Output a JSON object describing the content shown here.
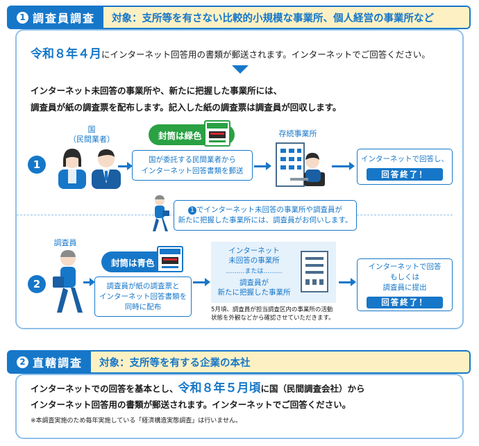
{
  "section1": {
    "num": "1",
    "title": "調査員調査",
    "target": "対象：支所等を有さない比較的小規模な事業所、個人経営の事業所など",
    "intro_date": "令和８年４月",
    "intro_rest": "にインターネット回答用の書類が郵送されます。インターネットでご回答ください。",
    "para_line1": "インターネット未回答の事業所や、新たに把握した事業所には、",
    "para_line2": "調査員が紙の調査票を配布します。記入した紙の調査票は調査員が回収します。",
    "row1": {
      "num": "1",
      "country": "国",
      "country_sub": "（民間業者）",
      "envelope": "封筒は緑色",
      "mail_line1": "国が委託する民間業者から",
      "mail_line2": "インターネット回答書類を郵送",
      "existing": "存続事業所",
      "answer_line": "インターネットで回答し、",
      "done": "回答終了！"
    },
    "visit_line1": "でインターネット未回答の事業所や調査員が",
    "visit_num": "1",
    "visit_line2": "新たに把握した事業所には、調査員がお伺いします。",
    "row2": {
      "num": "2",
      "enumerator": "調査員",
      "envelope": "封筒は青色",
      "dist_line1": "調査員が紙の調査票と",
      "dist_line2": "インターネット回答書類を",
      "dist_line3": "同時に配布",
      "unanswered_line1": "インターネット",
      "unanswered_line2": "未回答の事業所",
      "or": "または",
      "new_line1": "調査員が",
      "new_line2": "新たに把握した事業所",
      "note_line1": "5月頃、調査員が担当調査区内の事業所の活動",
      "note_line2": "状態を外観などから確認させていただきます。",
      "answer_line1": "インターネットで回答",
      "answer_line2": "もしくは",
      "answer_line3": "調査員に提出",
      "done": "回答終了！"
    }
  },
  "section2": {
    "num": "2",
    "title": "直轄調査",
    "target": "対象：支所等を有する企業の本社",
    "line1_pre": "インターネットでの回答を基本とし、",
    "line1_date": "令和８年５月頃",
    "line1_post": "に国（民間調査会社）から",
    "line2": "インターネット回答用の書類が郵送されます。インターネットでご回答ください。",
    "footnote": "※本調査実施のため毎年実施している「経済構造実態調査」は行いません。"
  },
  "colors": {
    "accent": "#1677c9",
    "envelope_green": "#2aa143",
    "header_bg": "#fdf1c4",
    "panel_border": "#8fc0ea",
    "light_box": "#e5f1fb"
  }
}
